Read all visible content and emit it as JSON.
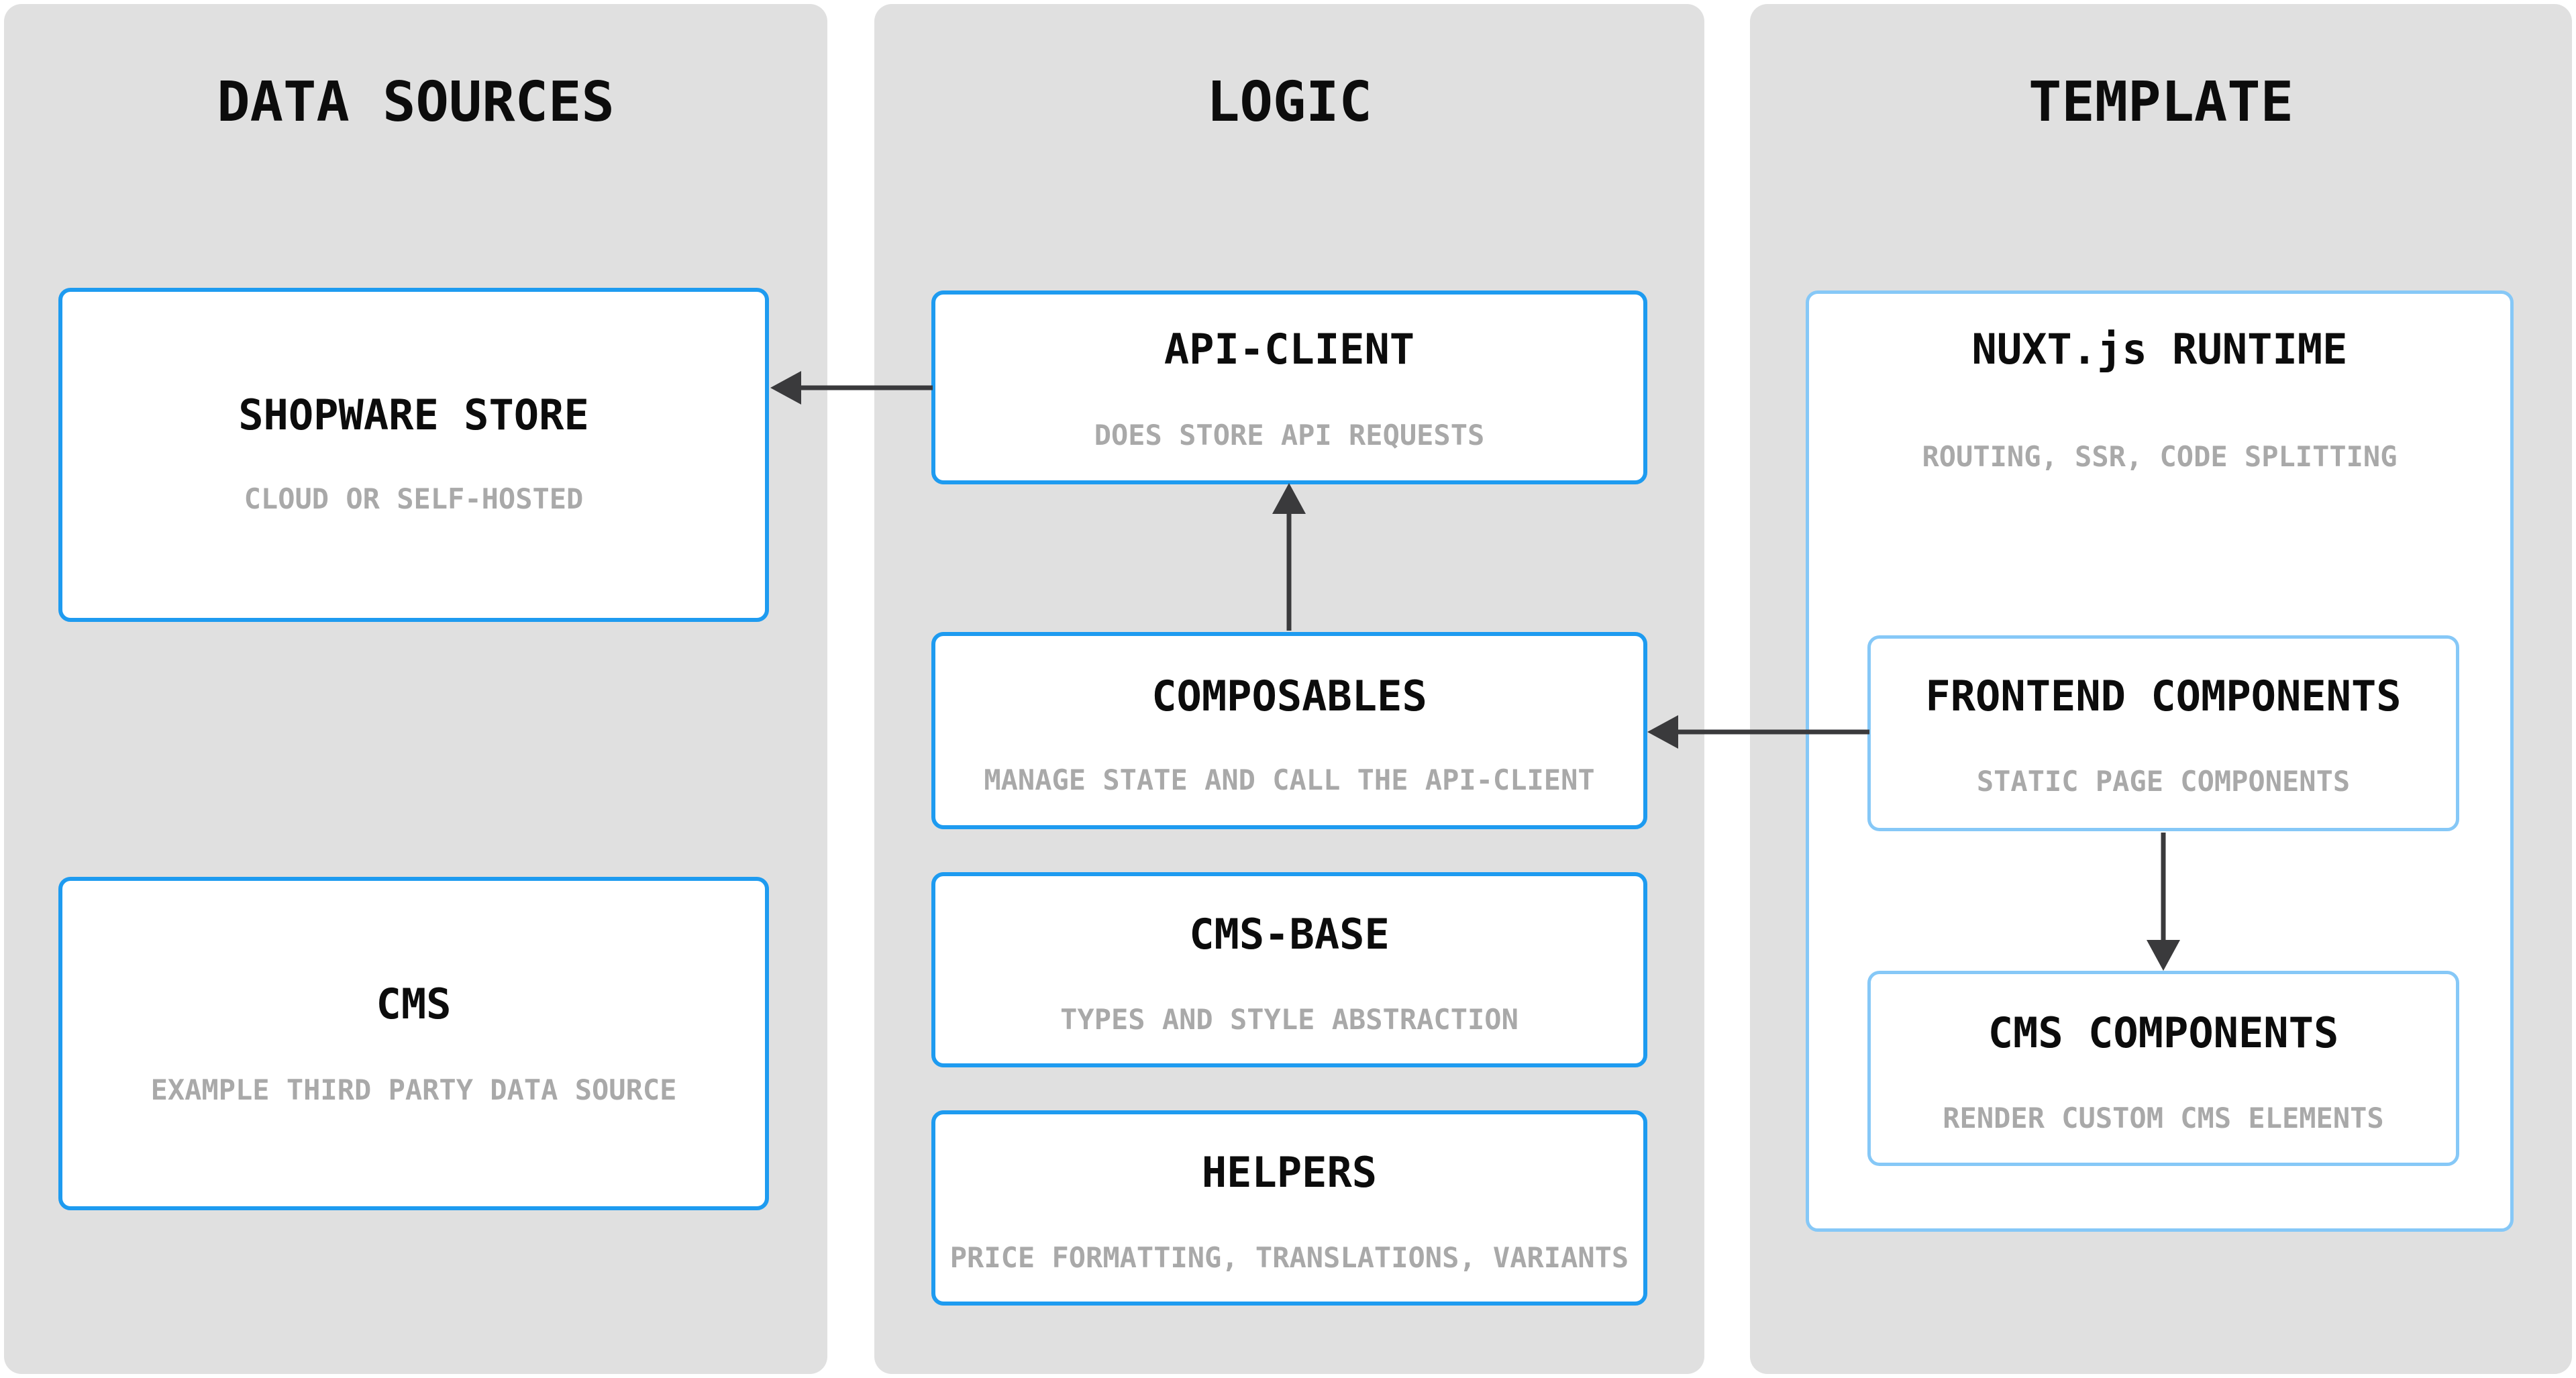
{
  "columns": [
    {
      "title": "DATA SOURCES",
      "boxes": [
        {
          "title": "SHOPWARE STORE",
          "subtitle": "CLOUD OR SELF-HOSTED"
        },
        {
          "title": "CMS",
          "subtitle": "EXAMPLE THIRD PARTY DATA SOURCE"
        }
      ]
    },
    {
      "title": "LOGIC",
      "boxes": [
        {
          "title": "API-CLIENT",
          "subtitle": "DOES STORE API REQUESTS"
        },
        {
          "title": "COMPOSABLES",
          "subtitle": "MANAGE STATE AND CALL THE API-CLIENT"
        },
        {
          "title": "CMS-BASE",
          "subtitle": "TYPES AND STYLE ABSTRACTION"
        },
        {
          "title": "HELPERS",
          "subtitle": "PRICE FORMATTING, TRANSLATIONS, VARIANTS"
        }
      ]
    },
    {
      "title": "TEMPLATE",
      "boxes": [
        {
          "title": "NUXT.js RUNTIME",
          "subtitle": "ROUTING, SSR, CODE SPLITTING"
        },
        {
          "title": "FRONTEND COMPONENTS",
          "subtitle": "STATIC PAGE COMPONENTS"
        },
        {
          "title": "CMS COMPONENTS",
          "subtitle": "RENDER CUSTOM CMS ELEMENTS"
        }
      ]
    }
  ],
  "arrows": [
    {
      "from": "API-CLIENT",
      "to": "SHOPWARE STORE",
      "direction": "left"
    },
    {
      "from": "COMPOSABLES",
      "to": "API-CLIENT",
      "direction": "up"
    },
    {
      "from": "FRONTEND COMPONENTS",
      "to": "COMPOSABLES",
      "direction": "left"
    },
    {
      "from": "FRONTEND COMPONENTS",
      "to": "CMS COMPONENTS",
      "direction": "down"
    }
  ],
  "colors": {
    "panel_bg": "#e0e0e0",
    "box_bg": "#ffffff",
    "box_border_primary": "#1e9bf0",
    "box_border_secondary": "#86c8f7",
    "title_text": "#0c0c0c",
    "subtitle_text": "#a9a9a9",
    "arrow": "#3a3a3c"
  }
}
